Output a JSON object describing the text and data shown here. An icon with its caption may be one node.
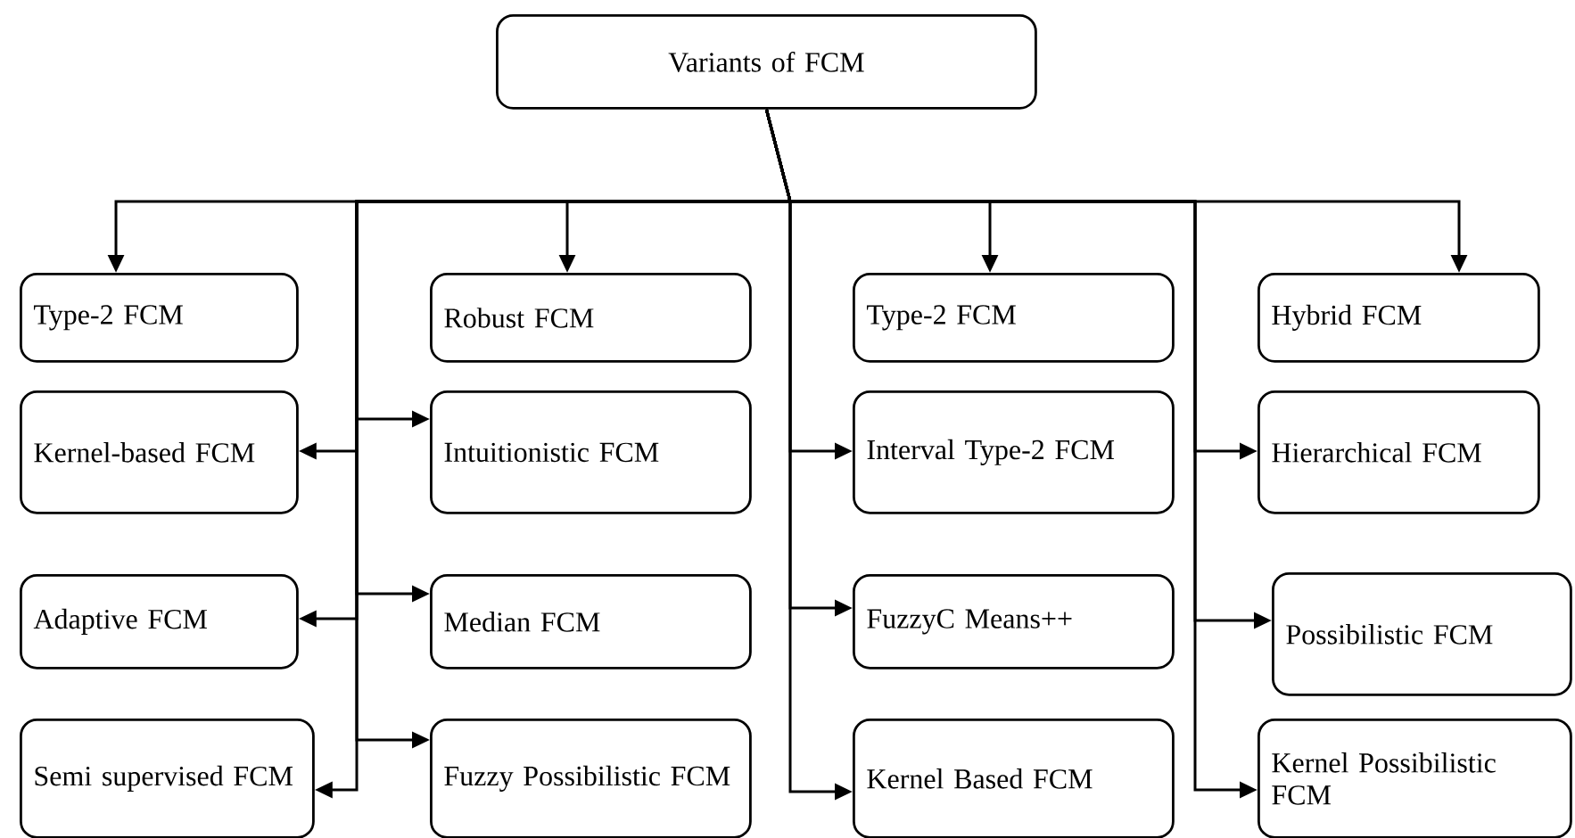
{
  "diagram": {
    "nodes": [
      {
        "text": [
          "Variants of FCM"
        ]
      },
      {
        "text": [
          "Type-2 FCM"
        ]
      },
      {
        "text": [
          "Robust FCM"
        ]
      },
      {
        "text": [
          "Type-2 FCM"
        ]
      },
      {
        "text": [
          "Hybrid FCM"
        ]
      },
      {
        "text": [
          "Kernel-based FCM"
        ]
      },
      {
        "text": [
          "Intuitionistic FCM"
        ]
      },
      {
        "text": [
          "Interval Type-2 FCM"
        ]
      },
      {
        "text": [
          "Hierarchical FCM"
        ]
      },
      {
        "text": [
          "Adaptive FCM"
        ]
      },
      {
        "text": [
          "Median FCM"
        ]
      },
      {
        "text": [
          "FuzzyC Means++"
        ]
      },
      {
        "text": [
          "Possibilistic FCM"
        ]
      },
      {
        "text": [
          "Semi supervised FCM"
        ]
      },
      {
        "text": [
          "Fuzzy Possibilistic FCM"
        ]
      },
      {
        "text": [
          "Kernel Based FCM"
        ]
      },
      {
        "text": [
          "Kernel Possibilistic FCM"
        ]
      }
    ],
    "edges": [
      {
        "from": 0,
        "to": 1,
        "arrow": "to"
      },
      {
        "from": 0,
        "to": 2,
        "arrow": "to"
      },
      {
        "from": 0,
        "to": 3,
        "arrow": "to"
      },
      {
        "from": 0,
        "to": 4,
        "arrow": "to"
      },
      {
        "from": 0,
        "to": 5,
        "arrow": "to"
      },
      {
        "from": 0,
        "to": 6,
        "arrow": "to"
      },
      {
        "from": 0,
        "to": 7,
        "arrow": "to"
      },
      {
        "from": 0,
        "to": 8,
        "arrow": "to"
      },
      {
        "from": 0,
        "to": 9,
        "arrow": "to"
      },
      {
        "from": 0,
        "to": 10,
        "arrow": "to"
      },
      {
        "from": 0,
        "to": 11,
        "arrow": "to"
      },
      {
        "from": 0,
        "to": 12,
        "arrow": "to"
      },
      {
        "from": 0,
        "to": 13,
        "arrow": "to"
      },
      {
        "from": 0,
        "to": 14,
        "arrow": "to"
      },
      {
        "from": 0,
        "to": 15,
        "arrow": "to"
      },
      {
        "from": 0,
        "to": 16,
        "arrow": "to"
      }
    ]
  }
}
